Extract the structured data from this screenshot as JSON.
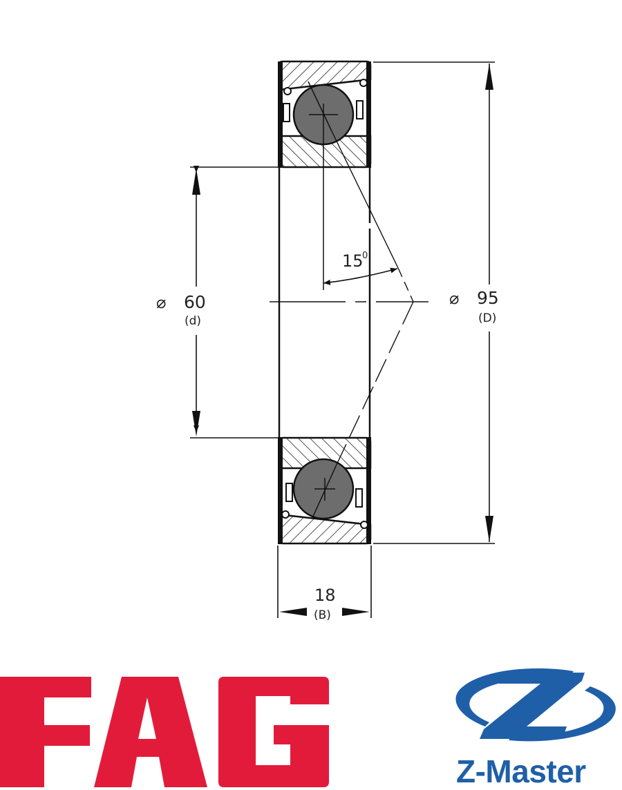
{
  "diagram": {
    "type": "angular contact ball bearing cross-section",
    "contact_angle": {
      "value": "15",
      "unit_symbol": "0"
    },
    "dimensions": {
      "bore": {
        "symbol": "⌀",
        "value": "60",
        "label": "(d)"
      },
      "outer": {
        "symbol": "⌀",
        "value": "95",
        "label": "(D)"
      },
      "width": {
        "value": "18",
        "label": "(B)"
      }
    }
  },
  "logos": {
    "fag": {
      "text": "FAG",
      "color": "#e31b3a"
    },
    "zmaster": {
      "text": "Z-Master",
      "color": "#1f5fa8"
    }
  },
  "colors": {
    "line": "#111111",
    "ball": "#6d6d6d",
    "background": "#ffffff"
  }
}
